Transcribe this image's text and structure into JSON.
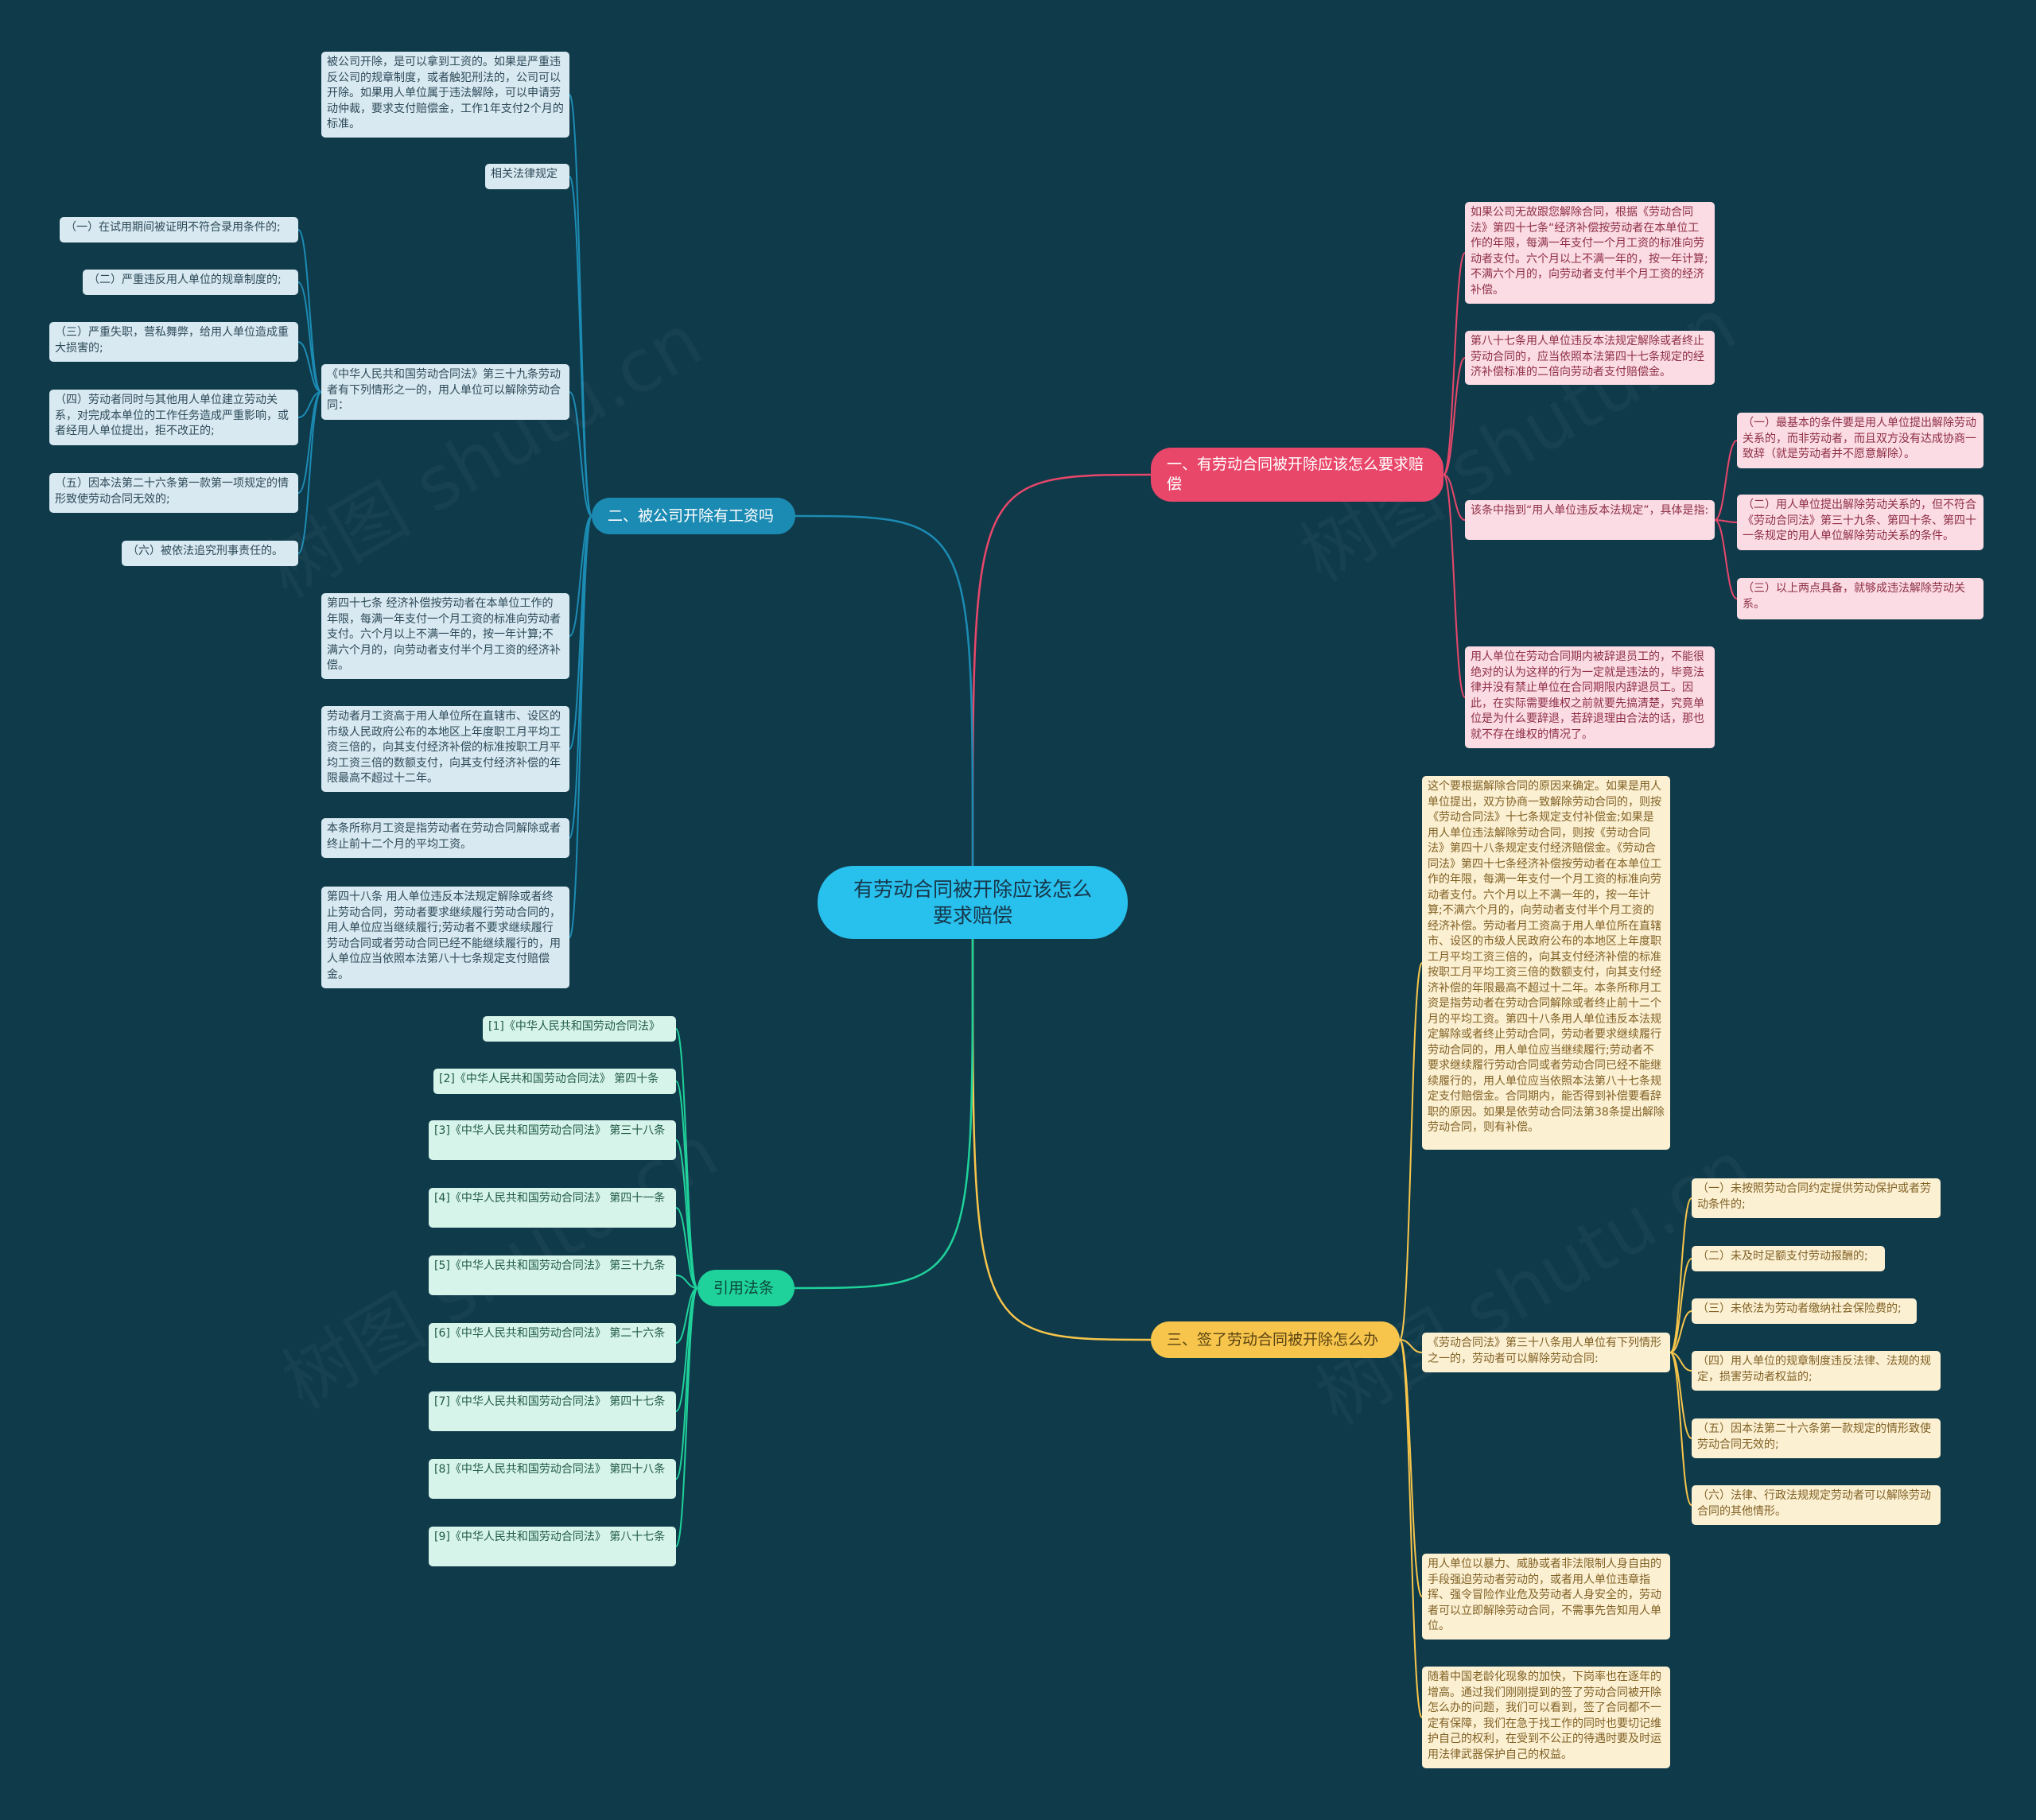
{
  "root": {
    "title": "有劳动合同被开除应该怎么要求赔偿"
  },
  "watermark": "树图 shutu.cn",
  "colors": {
    "background": "#0f3a4a",
    "root": "#28c0ec",
    "branch_blue": "#1c8bb3",
    "branch_pink": "#e9476a",
    "branch_green": "#1fd19a",
    "branch_yellow": "#f7c54b"
  },
  "branches": {
    "b1": {
      "label": "一、有劳动合同被开除应该怎么要求赔偿",
      "children": {
        "c1": "如果公司无故跟您解除合同，根据《劳动合同法》第四十七条“经济补偿按劳动者在本单位工作的年限，每满一年支付一个月工资的标准向劳动者支付。六个月以上不满一年的，按一年计算;不满六个月的，向劳动者支付半个月工资的经济补偿。",
        "c2": "第八十七条用人单位违反本法规定解除或者终止劳动合同的，应当依照本法第四十七条规定的经济补偿标准的二倍向劳动者支付赔偿金。",
        "c3": "该条中指到“用人单位违反本法规定”，具体是指:",
        "c3a": "（一）最基本的条件要是用人单位提出解除劳动关系的，而非劳动者，而且双方没有达成协商一致辞（就是劳动者并不愿意解除）。",
        "c3b": "（二）用人单位提出解除劳动关系的，但不符合《劳动合同法》第三十九条、第四十条、第四十一条规定的用人单位解除劳动关系的条件。",
        "c3c": "（三）以上两点具备，就够成违法解除劳动关系。",
        "c4": "用人单位在劳动合同期内被辞退员工的，不能很绝对的认为这样的行为一定就是违法的，毕竟法律并没有禁止单位在合同期限内辞退员工。因此，在实际需要维权之前就要先搞清楚，究竟单位是为什么要辞退，若辞退理由合法的话，那也就不存在维权的情况了。"
      }
    },
    "b2": {
      "label": "二、被公司开除有工资吗",
      "children": {
        "c1": "被公司开除，是可以拿到工资的。如果是严重违反公司的规章制度，或者触犯刑法的，公司可以开除。如果用人单位属于违法解除，可以申请劳动仲裁，要求支付赔偿金，工作1年支付2个月的标准。",
        "c2": "相关法律规定",
        "c3": "《中华人民共和国劳动合同法》第三十九条劳动者有下列情形之一的，用人单位可以解除劳动合同：",
        "c3a": "（一）在试用期间被证明不符合录用条件的;",
        "c3b": "（二）严重违反用人单位的规章制度的;",
        "c3c": "（三）严重失职，营私舞弊，给用人单位造成重大损害的;",
        "c3d": "（四）劳动者同时与其他用人单位建立劳动关系，对完成本单位的工作任务造成严重影响，或者经用人单位提出，拒不改正的;",
        "c3e": "（五）因本法第二十六条第一款第一项规定的情形致使劳动合同无效的;",
        "c3f": "（六）被依法追究刑事责任的。",
        "c4": "第四十七条 经济补偿按劳动者在本单位工作的年限，每满一年支付一个月工资的标准向劳动者支付。六个月以上不满一年的，按一年计算;不满六个月的，向劳动者支付半个月工资的经济补偿。",
        "c5": "劳动者月工资高于用人单位所在直辖市、设区的市级人民政府公布的本地区上年度职工月平均工资三倍的，向其支付经济补偿的标准按职工月平均工资三倍的数额支付，向其支付经济补偿的年限最高不超过十二年。",
        "c6": "本条所称月工资是指劳动者在劳动合同解除或者终止前十二个月的平均工资。",
        "c7": "第四十八条 用人单位违反本法规定解除或者终止劳动合同，劳动者要求继续履行劳动合同的，用人单位应当继续履行;劳动者不要求继续履行劳动合同或者劳动合同已经不能继续履行的，用人单位应当依照本法第八十七条规定支付赔偿金。"
      }
    },
    "b3": {
      "label": "三、签了劳动合同被开除怎么办",
      "children": {
        "c1": "这个要根据解除合同的原因来确定。如果是用人单位提出，双方协商一致解除劳动合同的，则按《劳动合同法》十七条规定支付补偿金;如果是用人单位违法解除劳动合同，则按《劳动合同法》第四十八条规定支付经济赔偿金。《劳动合同法》第四十七条经济补偿按劳动者在本单位工作的年限，每满一年支付一个月工资的标准向劳动者支付。六个月以上不满一年的，按一年计算;不满六个月的，向劳动者支付半个月工资的经济补偿。劳动者月工资高于用人单位所在直辖市、设区的市级人民政府公布的本地区上年度职工月平均工资三倍的，向其支付经济补偿的标准按职工月平均工资三倍的数额支付，向其支付经济补偿的年限最高不超过十二年。本条所称月工资是指劳动者在劳动合同解除或者终止前十二个月的平均工资。第四十八条用人单位违反本法规定解除或者终止劳动合同，劳动者要求继续履行劳动合同的，用人单位应当继续履行;劳动者不要求继续履行劳动合同或者劳动合同已经不能继续履行的，用人单位应当依照本法第八十七条规定支付赔偿金。合同期内，能否得到补偿要看辞职的原因。如果是依劳动合同法第38条提出解除劳动合同，则有补偿。",
        "c2": "《劳动合同法》第三十八条用人单位有下列情形之一的，劳动者可以解除劳动合同:",
        "c2a": "（一）未按照劳动合同约定提供劳动保护或者劳动条件的;",
        "c2b": "（二）未及时足额支付劳动报酬的;",
        "c2c": "（三）未依法为劳动者缴纳社会保险费的;",
        "c2d": "（四）用人单位的规章制度违反法律、法规的规定，损害劳动者权益的;",
        "c2e": "（五）因本法第二十六条第一款规定的情形致使劳动合同无效的;",
        "c2f": "（六）法律、行政法规规定劳动者可以解除劳动合同的其他情形。",
        "c3": "用人单位以暴力、威胁或者非法限制人身自由的手段强迫劳动者劳动的，或者用人单位违章指挥、强令冒险作业危及劳动者人身安全的，劳动者可以立即解除劳动合同，不需事先告知用人单位。",
        "c4": "随着中国老龄化现象的加快，下岗率也在逐年的增高。通过我们刚刚提到的签了劳动合同被开除怎么办的问题，我们可以看到，签了合同都不一定有保障，我们在急于找工作的同时也要切记维护自己的权利，在受到不公正的待遇时要及时运用法律武器保护自己的权益。"
      }
    },
    "b4": {
      "label": "引用法条",
      "children": {
        "c1": "[1]《中华人民共和国劳动合同法》",
        "c2": "[2]《中华人民共和国劳动合同法》 第四十条",
        "c3": "[3]《中华人民共和国劳动合同法》 第三十八条",
        "c4": "[4]《中华人民共和国劳动合同法》 第四十一条",
        "c5": "[5]《中华人民共和国劳动合同法》 第三十九条",
        "c6": "[6]《中华人民共和国劳动合同法》 第二十六条",
        "c7": "[7]《中华人民共和国劳动合同法》 第四十七条",
        "c8": "[8]《中华人民共和国劳动合同法》 第四十八条",
        "c9": "[9]《中华人民共和国劳动合同法》 第八十七条"
      }
    }
  }
}
